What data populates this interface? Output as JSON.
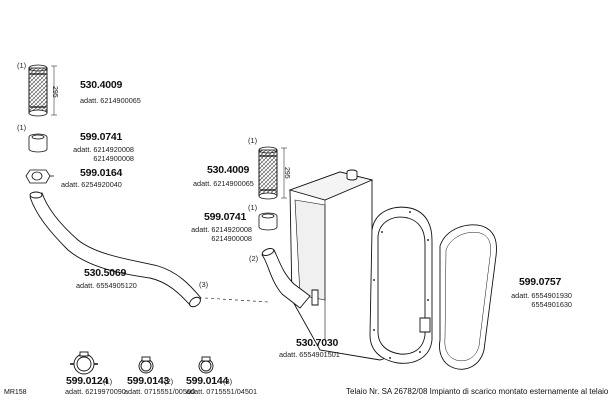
{
  "parts": [
    {
      "id": "p1",
      "number": "530.4009",
      "qty": "(1)",
      "dimension": "295",
      "refs": [
        "adatt. 6214900065"
      ]
    },
    {
      "id": "p2",
      "number": "599.0741",
      "qty": "(1)",
      "refs": [
        "adatt. 6214920008",
        "6214900008"
      ]
    },
    {
      "id": "p3",
      "number": "599.0164",
      "refs": [
        "adatt. 6254920040"
      ]
    },
    {
      "id": "p4",
      "number": "530.4009",
      "qty": "(1)",
      "dimension": "295",
      "refs": [
        "adatt. 6214900065"
      ]
    },
    {
      "id": "p5",
      "number": "599.0741",
      "qty": "(1)",
      "refs": [
        "adatt. 6214920008",
        "6214900008"
      ]
    },
    {
      "id": "p6",
      "number": "530.5069",
      "qty": "(3)",
      "refs": [
        "adatt. 6554905120"
      ]
    },
    {
      "id": "p7",
      "number": "530.7030",
      "qty": "(2)",
      "refs": [
        "adatt. 6554901501"
      ]
    },
    {
      "id": "p8",
      "number": "599.0757",
      "refs": [
        "adatt. 6554901930",
        "6554901630"
      ]
    },
    {
      "id": "p9",
      "number": "599.0124",
      "qty": "(1)",
      "refs": [
        "adatt. 6219970090"
      ]
    },
    {
      "id": "p10",
      "number": "599.0143",
      "qty": "(2)",
      "refs": [
        "adatt. 0715551/00500"
      ]
    },
    {
      "id": "p11",
      "number": "599.0144",
      "qty": "(3)",
      "refs": [
        "adatt. 0715551/04501"
      ]
    }
  ],
  "footer": {
    "code": "MR158",
    "note": "Telaio Nr. SA 26782/08  Impianto di scarico montato esternamente al telaio"
  }
}
